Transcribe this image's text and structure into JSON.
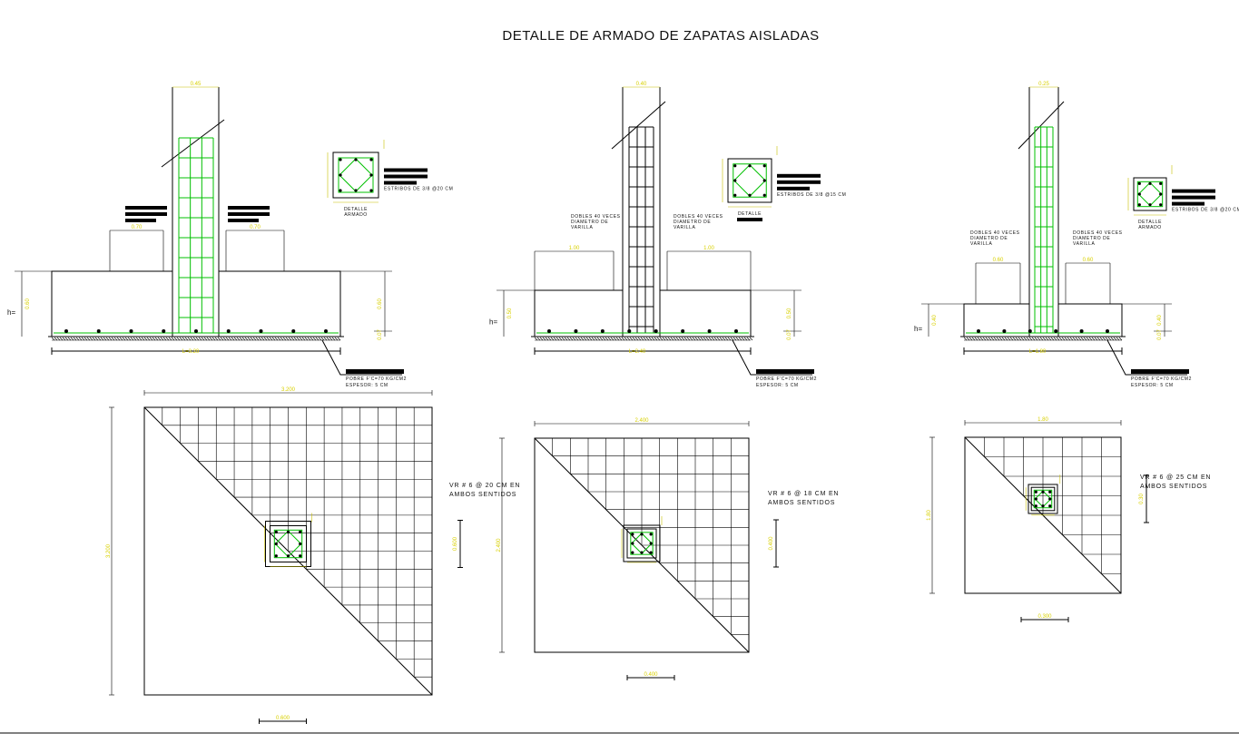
{
  "title": "DETALLE DE ARMADO DE ZAPATAS AISLADAS",
  "footings": [
    {
      "id": "z1",
      "dims": {
        "top_col": "0.45",
        "left_ped": "0.70",
        "right_ped": "0.70",
        "h_left": "0.60",
        "h_right": "0.60",
        "h_small": "0.07",
        "length": "L=3.20",
        "plan_top": "3.200",
        "plan_left": "3.200",
        "plan_right": "0.600",
        "plan_bottom": "0.600"
      },
      "h_label": "h=",
      "detail_label_1": "DETALLE",
      "detail_label_2": "ARMADO",
      "stirrup_note": "ESTRIBOS DE 3/8 @20 CM",
      "dobles_left": "",
      "dobles_right": "",
      "plantilla_1": "POBRE F'C=70 KG/CM2",
      "plantilla_2": "ESPESOR: 5 CM",
      "rebar_note_1": "VR # 6 @ 20 CM EN",
      "rebar_note_2": "AMBOS SENTIDOS"
    },
    {
      "id": "z2",
      "dims": {
        "top_col": "0.40",
        "left_ped": "1.00",
        "right_ped": "1.00",
        "h_left": "0.50",
        "h_right": "0.50",
        "h_small": "0.07",
        "length": "L=2.40",
        "plan_top": "2.400",
        "plan_left": "2.400",
        "plan_right": "0.400",
        "plan_bottom": "0.400"
      },
      "h_label": "h=",
      "detail_label_1": "DETALLE",
      "detail_label_2": "",
      "stirrup_note": "ESTRIBOS DE 3/8 @15 CM",
      "dobles_left": [
        "DOBLES 40 VECES",
        "DIAMETRO DE",
        "VARILLA"
      ],
      "dobles_right": [
        "DOBLES 40 VECES",
        "DIAMETRO DE",
        "VARILLA"
      ],
      "plantilla_1": "POBRE F'C=70 KG/CM2",
      "plantilla_2": "ESPESOR: 5 CM",
      "rebar_note_1": "VR # 6 @ 18 CM EN",
      "rebar_note_2": "AMBOS SENTIDOS"
    },
    {
      "id": "z3",
      "dims": {
        "top_col": "0.25",
        "left_ped": "0.60",
        "right_ped": "0.60",
        "h_left": "0.40",
        "h_right": "0.40",
        "h_small": "0.07",
        "length": "L=1.80",
        "plan_top": "1.80",
        "plan_left": "1.80",
        "plan_right": "0.30",
        "plan_bottom": "0.300"
      },
      "h_label": "h=",
      "detail_label_1": "DETALLE",
      "detail_label_2": "ARMADO",
      "stirrup_note": "ESTRIBOS DE 3/8 @20 CM",
      "dobles_left": [
        "DOBLES 40 VECES",
        "DIAMETRO DE",
        "VARILLA"
      ],
      "dobles_right": [
        "DOBLES 40 VECES",
        "DIAMETRO DE",
        "VARILLA"
      ],
      "plantilla_1": "POBRE F'C=70 KG/CM2",
      "plantilla_2": "ESPESOR: 5 CM",
      "rebar_note_1": "VR # 6 @ 25 CM EN",
      "rebar_note_2": "AMBOS SENTIDOS"
    }
  ],
  "colors": {
    "rebar": "#00c000",
    "dimension": "#d8d000",
    "line": "#000000"
  }
}
